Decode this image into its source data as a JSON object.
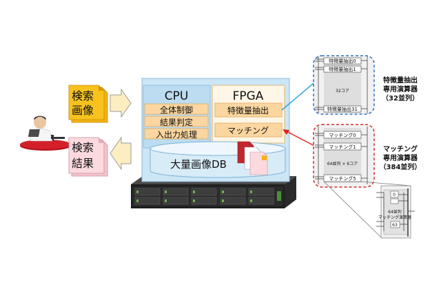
{
  "query_doc": {
    "line1": "検索",
    "line2": "画像"
  },
  "result_doc": {
    "line1": "検索",
    "line2": "結果"
  },
  "cpu": {
    "title": "CPU",
    "items": [
      "全体制御",
      "結果判定",
      "入出力処理"
    ]
  },
  "fpga": {
    "title": "FPGA",
    "items": [
      "特徴量抽出",
      "マッチング"
    ]
  },
  "database": {
    "label": "大量画像DB"
  },
  "feature_unit": {
    "rows_top": [
      "特徴量抽出0",
      "特徴量抽出1"
    ],
    "core_count": "32コア",
    "row_bottom": "特徴量抽出31",
    "caption": [
      "特徴量抽出",
      "専用演算器",
      "（32並列）"
    ]
  },
  "matching_unit": {
    "rows_top": [
      "マッチング0",
      "マッチング1"
    ],
    "parallel_label": "64並列 × 6コア",
    "row_bottom": "マッチング5",
    "caption": [
      "マッチング",
      "専用演算器",
      "（384並列）"
    ]
  },
  "detail_unit": {
    "cell_top": "0",
    "label": [
      "64並列",
      "マッチング演算器"
    ],
    "cell_bottom": "63"
  },
  "colors": {
    "cpu_fpga_panel": "#cbe6f6",
    "item_box": "#fbd6a0",
    "doc_orange": "#f2b315",
    "doc_pink": "#fbd9df",
    "arrow_fill": "#fdeec2",
    "blue_link": "#2aa7dd",
    "red_link": "#e0201c"
  }
}
